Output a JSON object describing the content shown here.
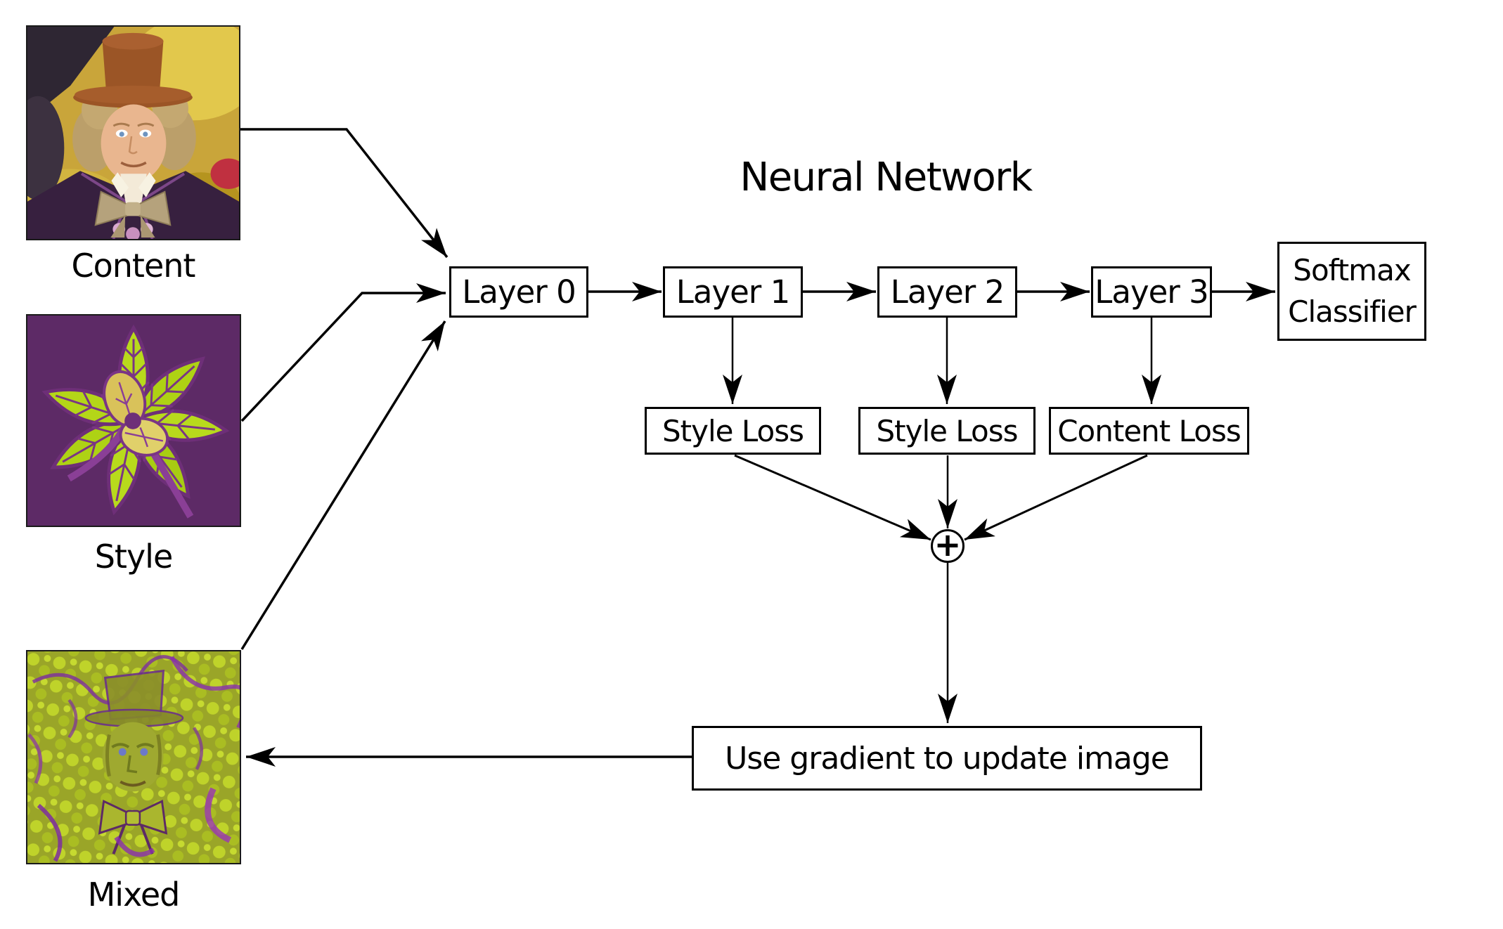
{
  "title": "Neural Network",
  "images": {
    "content": {
      "caption": "Content"
    },
    "style": {
      "caption": "Style"
    },
    "mixed": {
      "caption": "Mixed"
    }
  },
  "nodes": {
    "layer0": "Layer 0",
    "layer1": "Layer 1",
    "layer2": "Layer 2",
    "layer3": "Layer 3",
    "softmax": {
      "line1": "Softmax",
      "line2": "Classifier"
    },
    "style_loss_1": "Style Loss",
    "style_loss_2": "Style Loss",
    "content_loss": "Content Loss",
    "sum": "+",
    "gradient": "Use gradient to update image"
  },
  "colors": {
    "ink": "#000000",
    "background": "#ffffff"
  }
}
